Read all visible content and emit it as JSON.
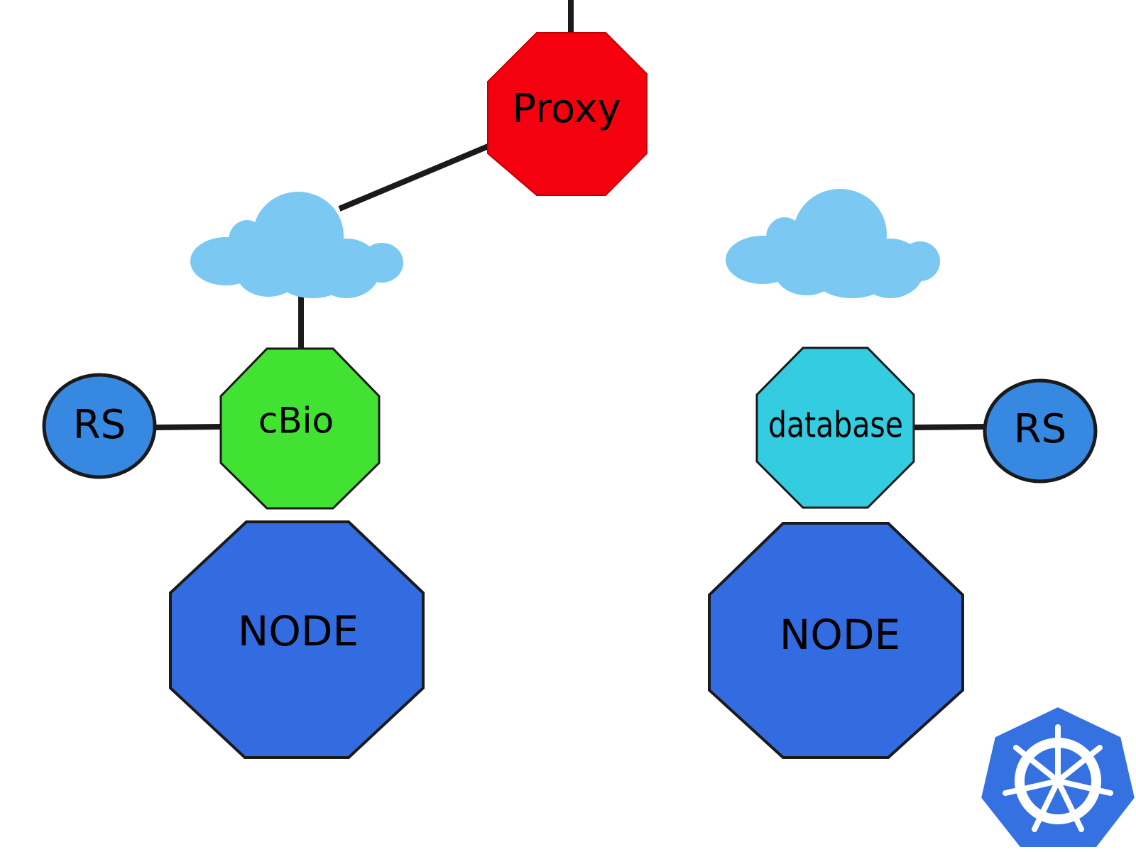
{
  "nodes": {
    "proxy": {
      "label": "Proxy",
      "color": "#f5000f"
    },
    "cbio": {
      "label": "cBio",
      "color": "#42e232"
    },
    "database": {
      "label": "database",
      "color": "#33cce0"
    },
    "rs_left": {
      "label": "RS",
      "color": "#3688e0"
    },
    "rs_right": {
      "label": "RS",
      "color": "#3688e0"
    },
    "node_left": {
      "label": "NODE",
      "color": "#336ce0"
    },
    "node_right": {
      "label": "NODE",
      "color": "#336ce0"
    }
  },
  "clouds": {
    "color": "#7bc8f2",
    "left": {
      "icon": "cloud-icon"
    },
    "right": {
      "icon": "cloud-icon"
    }
  },
  "logo": {
    "icon": "kubernetes-icon",
    "color": "#3571e0"
  },
  "edge_color": "#1a1a1a"
}
